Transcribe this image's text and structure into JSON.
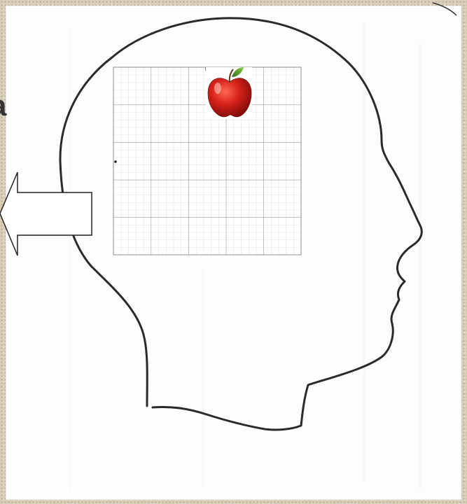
{
  "page": {
    "background_color": "#d9cfb8",
    "slide_color": "#fdfdfb",
    "clipped_title_fragment": "a"
  },
  "diagram": {
    "elements": [
      {
        "name": "head-silhouette-outline",
        "kind": "line-drawing",
        "color": "#2a2a2a"
      },
      {
        "name": "graph-paper-grid",
        "kind": "square grid",
        "major_cells": 5,
        "minor_per_major": 5
      },
      {
        "name": "apple-icon",
        "kind": "image",
        "color": "#c41a14"
      },
      {
        "name": "left-arrow-icon",
        "kind": "outlined arrow",
        "direction": "left"
      }
    ]
  }
}
